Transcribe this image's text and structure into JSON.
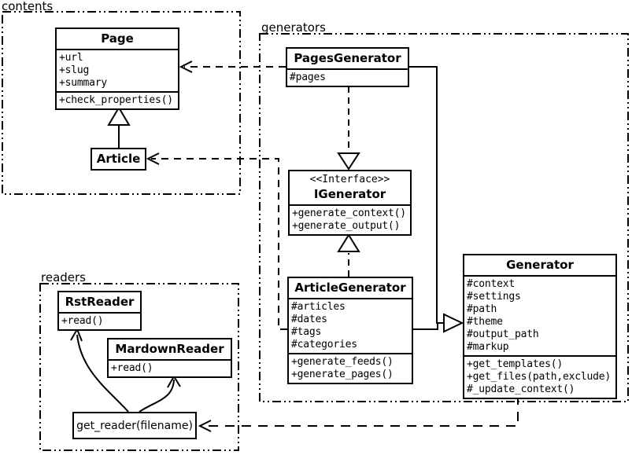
{
  "diagram_type": "uml-class-diagram",
  "colors": {
    "line": "#000000",
    "background": "#ffffff"
  },
  "packages": {
    "contents": {
      "label": "contents"
    },
    "generators": {
      "label": "generators"
    },
    "readers": {
      "label": "readers"
    }
  },
  "classes": {
    "page": {
      "title": "Page",
      "attrs": [
        "+url",
        "+slug",
        "+summary"
      ],
      "methods": [
        "+check_properties()"
      ]
    },
    "article": {
      "title": "Article"
    },
    "pages_generator": {
      "title": "PagesGenerator",
      "attrs": [
        "#pages"
      ]
    },
    "igenerator": {
      "stereotype": "<<Interface>>",
      "title": "IGenerator",
      "methods": [
        "+generate_context()",
        "+generate_output()"
      ]
    },
    "article_generator": {
      "title": "ArticleGenerator",
      "attrs": [
        "#articles",
        "#dates",
        "#tags",
        "#categories"
      ],
      "methods": [
        "+generate_feeds()",
        "+generate_pages()"
      ]
    },
    "generator": {
      "title": "Generator",
      "attrs": [
        "#context",
        "#settings",
        "#path",
        "#theme",
        "#output_path",
        "#markup"
      ],
      "methods": [
        "+get_templates()",
        "+get_files(path,exclude)",
        "#_update_context()"
      ]
    },
    "rst_reader": {
      "title": "RstReader",
      "methods": [
        "+read()"
      ]
    },
    "mardown_reader": {
      "title": "MardownReader",
      "methods": [
        "+read()"
      ]
    },
    "get_reader": {
      "label": "get_reader(filename)"
    }
  },
  "relations": [
    {
      "from": "Article",
      "to": "Page",
      "type": "inheritance"
    },
    {
      "from": "PagesGenerator",
      "to": "Page",
      "type": "dependency"
    },
    {
      "from": "PagesGenerator",
      "to": "IGenerator",
      "type": "realization"
    },
    {
      "from": "ArticleGenerator",
      "to": "IGenerator",
      "type": "realization"
    },
    {
      "from": "PagesGenerator",
      "to": "Generator",
      "type": "inheritance"
    },
    {
      "from": "ArticleGenerator",
      "to": "Generator",
      "type": "inheritance"
    },
    {
      "from": "ArticleGenerator",
      "to": "Article",
      "type": "dependency"
    },
    {
      "from": "Generator",
      "to": "get_reader(filename)",
      "type": "dependency"
    },
    {
      "from": "get_reader(filename)",
      "to": "RstReader",
      "type": "call-arrow"
    },
    {
      "from": "get_reader(filename)",
      "to": "MardownReader",
      "type": "call-arrow"
    }
  ]
}
